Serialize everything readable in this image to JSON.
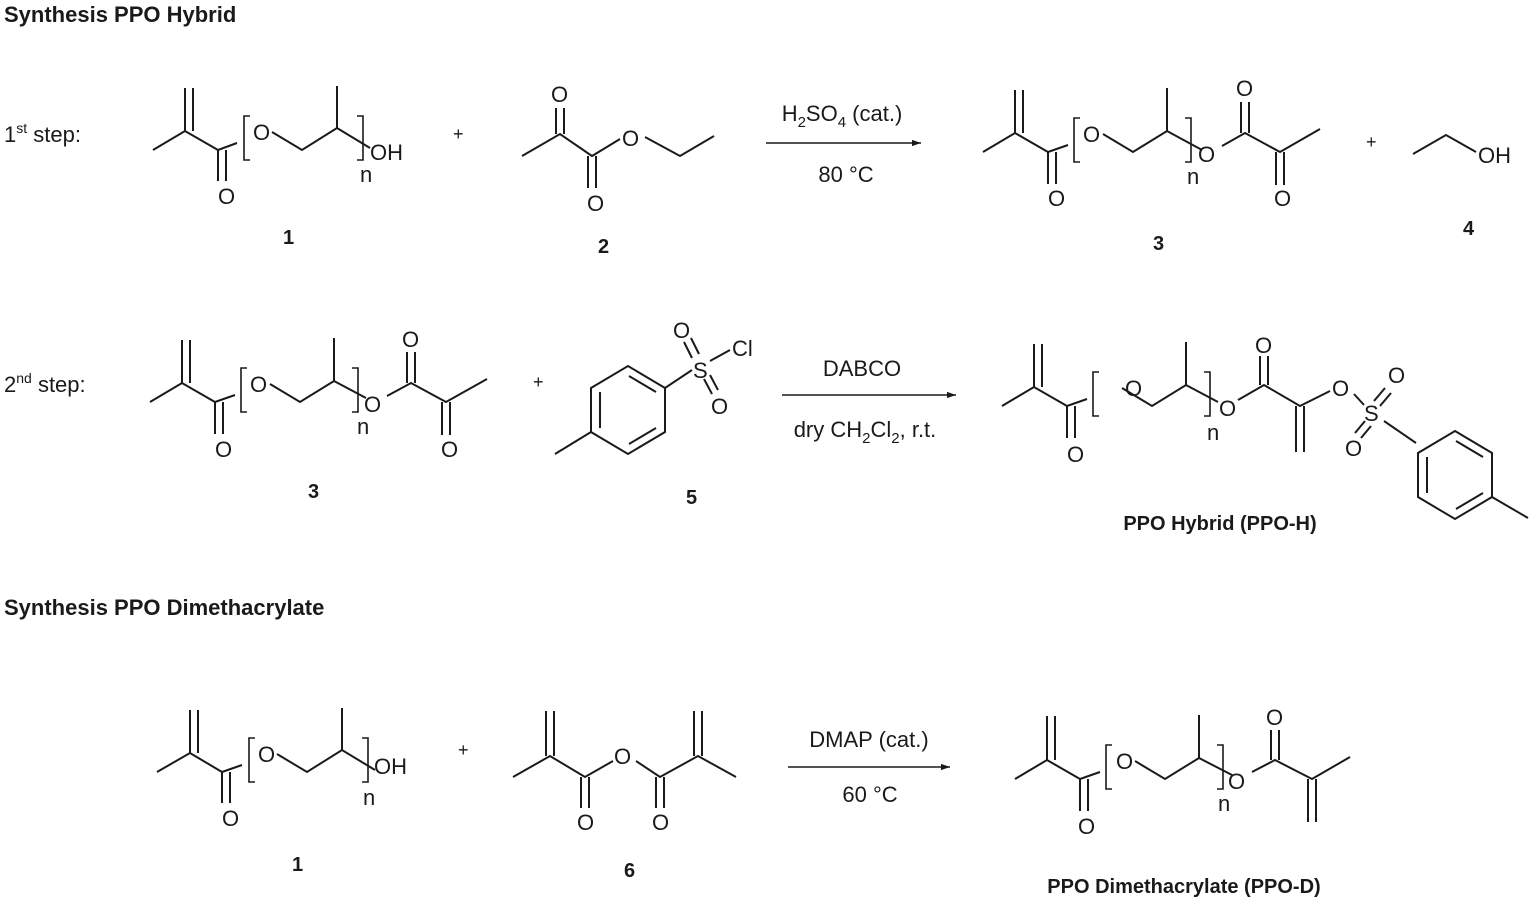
{
  "headings": {
    "section1": "Synthesis PPO Hybrid",
    "section2": "Synthesis PPO Dimethacrylate"
  },
  "steps": {
    "step1": {
      "num": "1",
      "sup": "st",
      "label": " step:"
    },
    "step2": {
      "num": "2",
      "sup": "nd",
      "label": " step:"
    }
  },
  "atoms": {
    "O": "O",
    "OH": "OH",
    "n": "n",
    "S": "S",
    "Cl": "Cl"
  },
  "plus": "+",
  "reaction1": {
    "condition_top": {
      "a": "H",
      "sub1": "2",
      "b": "SO",
      "sub2": "4",
      "c": " (cat.)"
    },
    "condition_bottom": "80 °C",
    "labels": {
      "r1": "1",
      "r2": "2",
      "p1": "3",
      "p2": "4"
    }
  },
  "reaction2": {
    "condition_top": "DABCO",
    "condition_bottom": {
      "a": "dry CH",
      "sub1": "2",
      "b": "Cl",
      "sub2": "2",
      "c": ", r.t."
    },
    "labels": {
      "r1": "3",
      "r2": "5"
    },
    "product_name": "PPO Hybrid (PPO-H)"
  },
  "reaction3": {
    "condition_top": "DMAP (cat.)",
    "condition_bottom": "60 °C",
    "labels": {
      "r1": "1",
      "r2": "6"
    },
    "product_name": "PPO Dimethacrylate (PPO-D)"
  }
}
